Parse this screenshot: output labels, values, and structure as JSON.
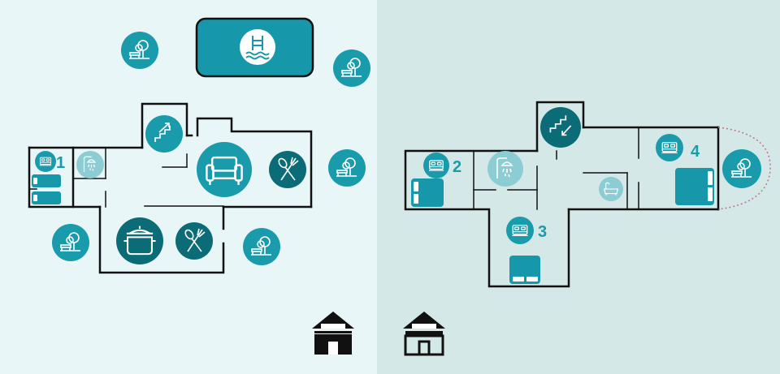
{
  "colors": {
    "panel_left": "#e8f6f7",
    "panel_right": "#d4e9e7",
    "teal": "#1a9bab",
    "teal_dark": "#0b6c77",
    "teal_light": "#8ccdd4",
    "pool": "#1797aa",
    "wall": "#111111",
    "terrace_dots": "#c07a8c"
  },
  "icons": {
    "pool": "pool-ladder-icon",
    "garden": "tree-bench-icon",
    "stairs_up": "stairs-up-icon",
    "stairs_down": "stairs-down-icon",
    "sofa": "armchair-icon",
    "dining": "fork-spoon-icon",
    "kitchen": "cooking-pot-icon",
    "shower": "shower-icon",
    "bath": "bathtub-icon",
    "bed": "bed-icon",
    "ground_floor": "house-ground-floor-icon",
    "upper_floor": "house-upper-floor-icon"
  },
  "bedrooms": {
    "b1": "1",
    "b2": "2",
    "b3": "3",
    "b4": "4"
  }
}
